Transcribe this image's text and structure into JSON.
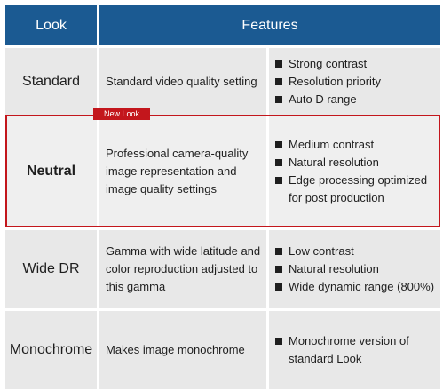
{
  "header": {
    "col_look": "Look",
    "col_features": "Features"
  },
  "badge": "New Look",
  "rows": [
    {
      "look": "Standard",
      "description": "Standard video quality setting",
      "features": [
        "Strong contrast",
        "Resolution priority",
        "Auto D range"
      ]
    },
    {
      "look": "Neutral",
      "description": "Professional camera-quality image representation and image quality settings",
      "features": [
        "Medium contrast",
        "Natural resolution",
        "Edge processing optimized for post production"
      ]
    },
    {
      "look": "Wide DR",
      "description": "Gamma with wide latitude and color reproduction adjusted to this gamma",
      "features": [
        "Low contrast",
        "Natural resolution",
        "Wide dynamic range (800%)"
      ]
    },
    {
      "look": "Monochrome",
      "description": "Makes image monochrome",
      "features": [
        "Monochrome version of standard Look"
      ]
    }
  ],
  "colors": {
    "header_bg": "#1b5a92",
    "row_bg": "#e8e8e8",
    "highlight": "#c3161c"
  }
}
